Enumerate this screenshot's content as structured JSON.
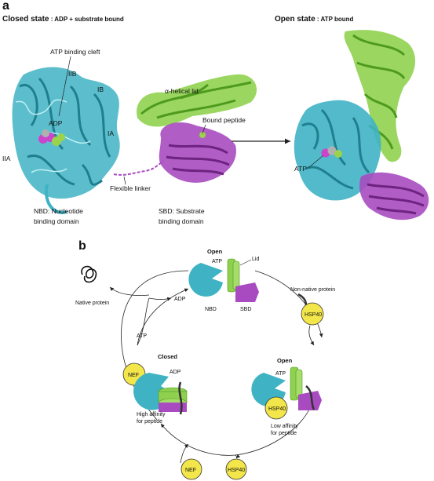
{
  "panel_a": {
    "letter": "a",
    "closed_title_bold": "Closed state",
    "closed_title_rest": " : ADP + substrate bound",
    "open_title_bold": "Open state",
    "open_title_rest": " : ATP bound",
    "labels": {
      "atp_cleft": "ATP binding cleft",
      "iib": "IIB",
      "ib": "IB",
      "adp": "ADP",
      "ia": "IA",
      "iia": "IIA",
      "alpha_lid": "α-helical lid",
      "bound_peptide": "Bound peptide",
      "flexible_linker": "Flexible linker",
      "atp": "ATP"
    },
    "nbd_caption": [
      "NBD: Nucleotide",
      "binding domain"
    ],
    "sbd_caption": [
      "SBD: Substrate",
      "binding domain"
    ]
  },
  "panel_b": {
    "letter": "b",
    "open_top": "Open",
    "open_right": "Open",
    "closed": "Closed",
    "atp_top": "ATP",
    "atp_right": "ATP",
    "lid": "Lid",
    "nbd": "NBD",
    "sbd": "SBD",
    "adp_out": "ADP",
    "atp_in": "ATP",
    "adp_closed": "ADP",
    "native_protein": "Native protein",
    "non_native_protein": "Non-native protein",
    "hsp40": "HSP40",
    "nef": "NEF",
    "high_affinity": [
      "High affinity",
      "for peptide"
    ],
    "low_affinity": [
      "Low affinity",
      "for peptide"
    ]
  },
  "colors": {
    "nbd": "#3fb3c4",
    "lid": "#8fd14f",
    "sbd": "#a84bc0",
    "cochaperone": "#f2e64a",
    "adp_ball": "#cc44cc"
  }
}
